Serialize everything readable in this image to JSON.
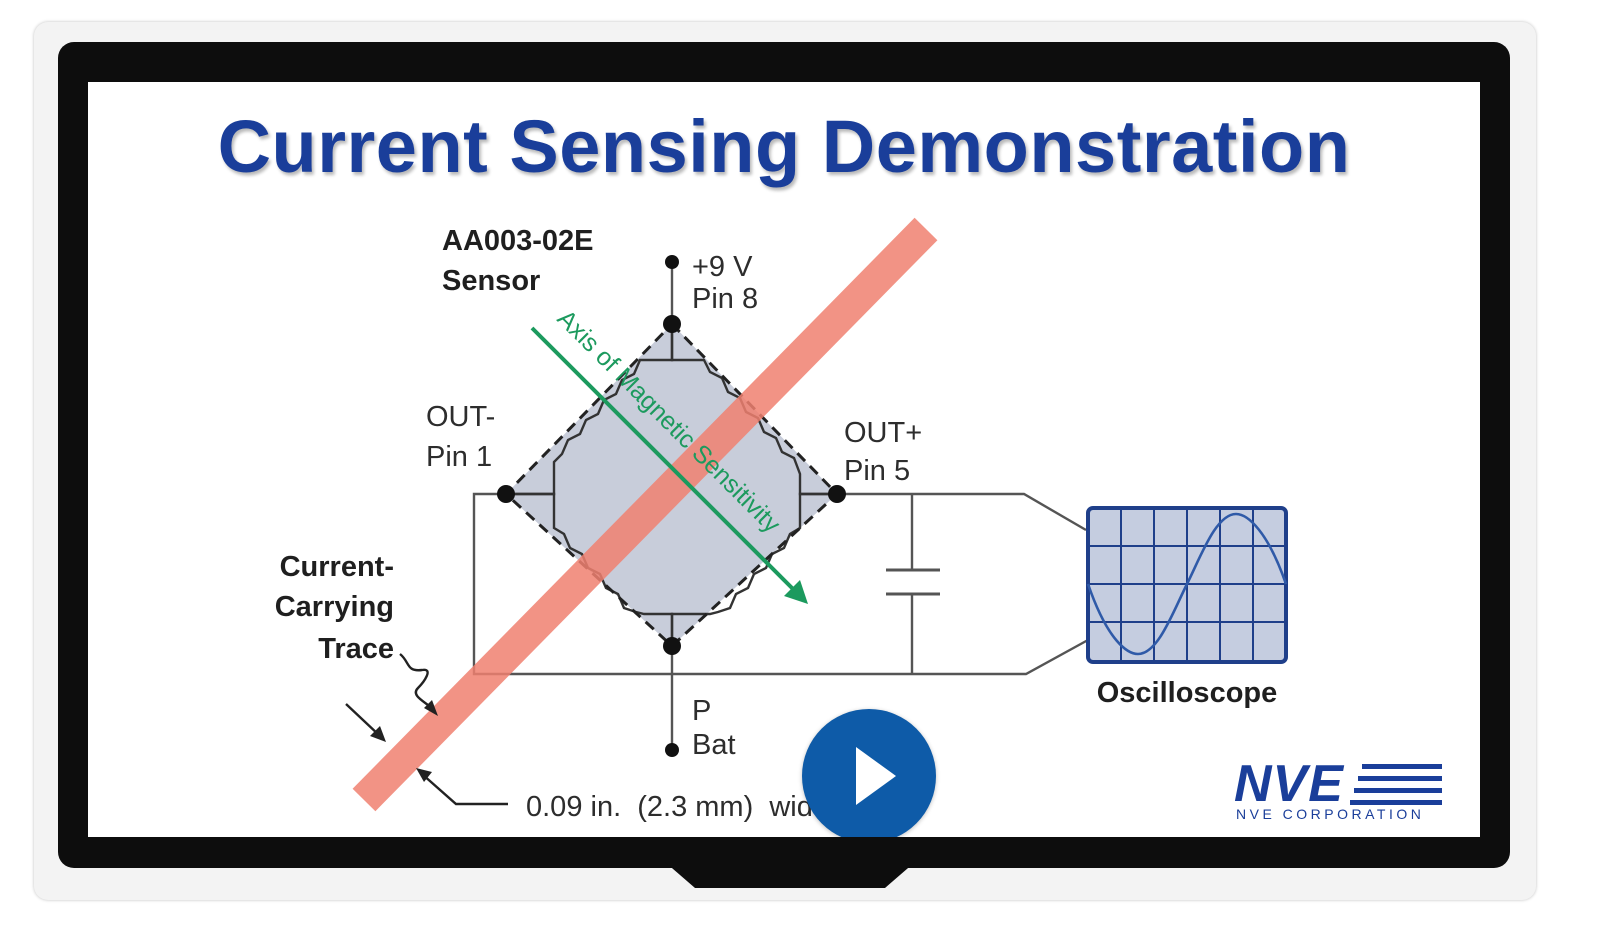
{
  "slide": {
    "title": "Current Sensing Demonstration"
  },
  "diagram": {
    "sensor_label_line1": "AA003-02E",
    "sensor_label_line2": "Sensor",
    "top_pin_line1": "+9 V",
    "top_pin_line2": "Pin 8",
    "out_minus_line1": "OUT-",
    "out_minus_line2": "Pin 1",
    "out_plus_line1": "OUT+",
    "out_plus_line2": "Pin 5",
    "bottom_pin_line1": "P",
    "bottom_pin_line2": "Bat",
    "axis_label": "Axis of Magnetic Sensitivity",
    "trace_label_line1": "Current-",
    "trace_label_line2": "Carrying",
    "trace_label_line3": "Trace",
    "width_label": "0.09 in.  (2.3 mm)  width",
    "oscilloscope_label": "Oscilloscope"
  },
  "logo": {
    "name": "NVE",
    "subtitle": "NVE CORPORATION"
  },
  "colors": {
    "title_blue": "#1a3e9a",
    "trace_red": "#f08070",
    "axis_green": "#1c9a5e",
    "play_button": "#0e5ba8"
  },
  "icons": {
    "play": "play-icon"
  }
}
